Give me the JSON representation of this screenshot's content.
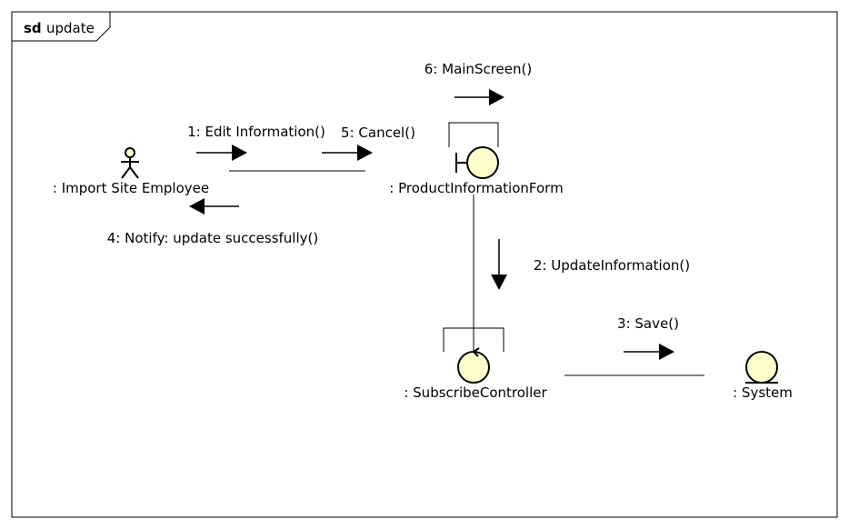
{
  "frame": {
    "keyword": "sd",
    "name": "update"
  },
  "lifelines": {
    "employee": ": Import Site Employee",
    "form": ": ProductInformationForm",
    "controller": ": SubscribeController",
    "system": ": System"
  },
  "messages": {
    "m1": "1: Edit Information()",
    "m2": "2: UpdateInformation()",
    "m3": "3: Save()",
    "m4": "4: Notify: update successfully()",
    "m5": "5: Cancel()",
    "m6": "6: MainScreen()"
  },
  "colors": {
    "fill": "#ffffcc",
    "stroke": "#000000"
  }
}
